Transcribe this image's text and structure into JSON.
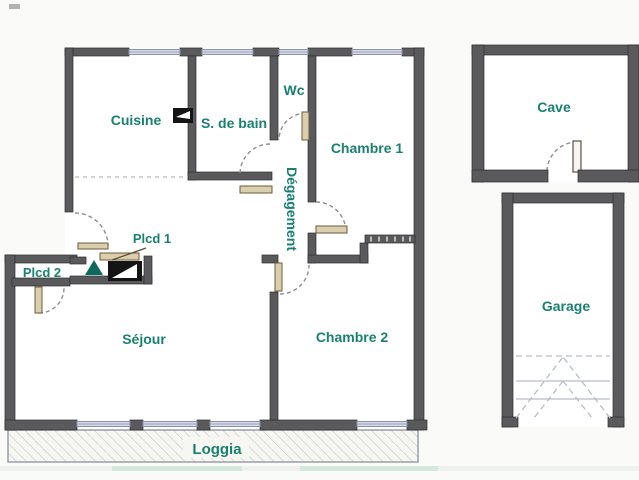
{
  "colors": {
    "background": "#fafaf8",
    "room_fill": "#ffffff",
    "wall": "#5a5a5c",
    "wall_border": "#2e2e30",
    "window_fill": "#d6d9ea",
    "window_border": "#8a92ad",
    "door_fill": "#d9cfae",
    "door_border": "#6b5a3a",
    "arc": "#8f8f8f",
    "label": "#1a8170",
    "entry_marker": "#0e6b5c",
    "hatch_line": "#cbcbc5",
    "hatch_bg": "#f6f6f3",
    "garage_door_line": "#b8bdc6"
  },
  "rooms": {
    "cuisine": {
      "label": "Cuisine"
    },
    "sdb": {
      "label": "S. de bain"
    },
    "wc": {
      "label": "Wc"
    },
    "chambre1": {
      "label": "Chambre 1"
    },
    "degagement": {
      "label": "Dégagement"
    },
    "plcd1": {
      "label": "Plcd 1"
    },
    "plcd2": {
      "label": "Plcd 2"
    },
    "sejour": {
      "label": "Séjour"
    },
    "chambre2": {
      "label": "Chambre 2"
    },
    "loggia": {
      "label": "Loggia"
    },
    "cave": {
      "label": "Cave"
    },
    "garage": {
      "label": "Garage"
    }
  }
}
